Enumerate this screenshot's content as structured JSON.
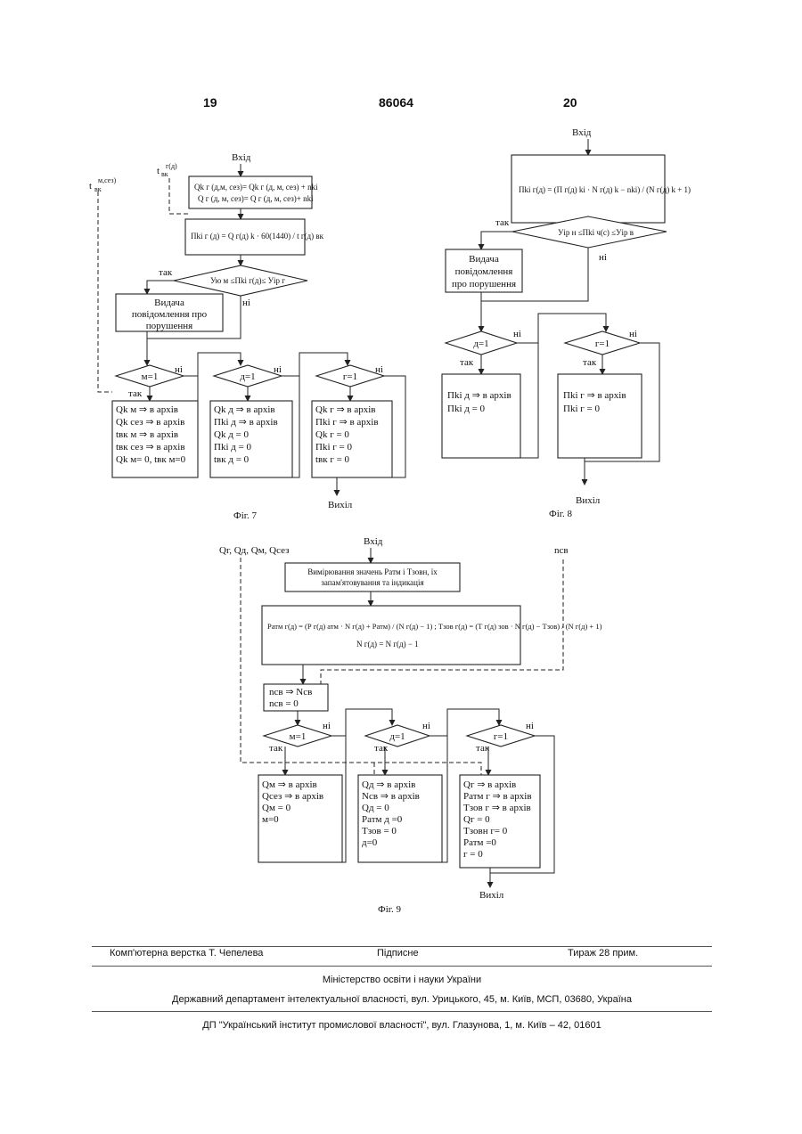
{
  "header": {
    "page_left": "19",
    "patent_no": "86064",
    "page_right": "20"
  },
  "common": {
    "entry": "Вхід",
    "exit": "Вихіл",
    "yes": "так",
    "no": "ні",
    "archive": "⇒ в архів"
  },
  "fig7": {
    "caption": "Фіг. 7",
    "input_t": "t",
    "input_t_sub": "вк",
    "input_t_sup": "м,сез)",
    "input_t2": "t",
    "input_t2_sub": "вк",
    "input_t2_sup": "г(д)",
    "box1_line1": "Qk г (д,м, сез)= Qk г (д, м, сез) + nki",
    "box1_line2": "Q г (д, м, сез)= Q г (д, м, сез)+ nki",
    "box2_formula": "Пki г (д) = Q г(д) k · 60(1440) / t г(д) вк",
    "diamond": "Ую м ≤Пki г(д)≤ Уip г",
    "msg_lines": [
      "Видача",
      "повідомлення про",
      "порушення"
    ],
    "cond_m": "м=1",
    "cond_d": "д=1",
    "cond_g": "г=1",
    "list_m": [
      "Qk м ⇒ в архів",
      "Qk сез ⇒ в архів",
      "tвк м ⇒ в архів",
      "tвк сез ⇒ в архів",
      "Qk м= 0, tвк м=0"
    ],
    "list_d": [
      "Qk д ⇒ в архів",
      "Пki д ⇒ в архів",
      "Qk д = 0",
      "Пki д = 0",
      "tвк д = 0"
    ],
    "list_g": [
      "Qk г ⇒ в архів",
      "Пki г ⇒ в архів",
      "Qk г = 0",
      "Пki г = 0",
      "tвк г = 0"
    ]
  },
  "fig8": {
    "caption": "Фіг. 8",
    "formula": "Пki г(д) = (П г(д) ki · N г(д) k − nki) / (N г(д) k + 1)",
    "diamond": "Уip н ≤Пki ч(с) ≤Уip в",
    "msg_lines": [
      "Видача",
      "повідомлення",
      "про порушення"
    ],
    "cond_d": "д=1",
    "cond_g": "г=1",
    "list_d": [
      "Пki д ⇒ в архів",
      "Пki д = 0"
    ],
    "list_g": [
      "Пki г ⇒ в архів",
      "Пki г = 0"
    ]
  },
  "fig9": {
    "caption": "Фіг. 9",
    "inputs_left": "Qг, Qд, Qм, Qсез",
    "input_right": "nсв",
    "measure_lines": [
      "Вимірювання значень Ратм і Тзовн, їх",
      "запам'ятовування та індикація"
    ],
    "formula_line1": "Ратм г(д) = (Р г(д) атм · N г(д) + Ратм) / (N г(д) − 1) ; Тзов г(д) = (Т г(д) зов · N г(д) − Тзов) / (N г(д) + 1)",
    "formula_line2": "N г(д) = N г(д) − 1",
    "small_lines": [
      "nсв ⇒ Nсв",
      "nсв = 0"
    ],
    "cond_m": "м=1",
    "cond_d": "д=1",
    "cond_g": "г=1",
    "list_m": [
      "Qм ⇒ в архів",
      "Qсез ⇒ в архів",
      "Qм = 0",
      "м=0"
    ],
    "list_d": [
      "Qд ⇒ в архів",
      "Nсв ⇒ в архів",
      "Qд = 0",
      "Ратм д =0",
      "Тзов = 0",
      "д=0"
    ],
    "list_g": [
      "Qг ⇒ в архів",
      "Ратм г ⇒ в архів",
      "Тзов г ⇒ в архів",
      "Qг = 0",
      "Тзовн г= 0",
      "Ратм =0",
      "г = 0"
    ]
  },
  "footer": {
    "typesetting": "Комп'ютерна верстка Т. Чепелева",
    "signed": "Підписне",
    "circulation": "Тираж 28 прим.",
    "ministry": "Міністерство освіти і науки України",
    "department": "Державний департамент інтелектуальної власності, вул. Урицького, 45, м. Київ, МСП, 03680, Україна",
    "institute": "ДП \"Український інститут промислової власності\", вул. Глазунова, 1, м. Київ – 42, 01601"
  }
}
